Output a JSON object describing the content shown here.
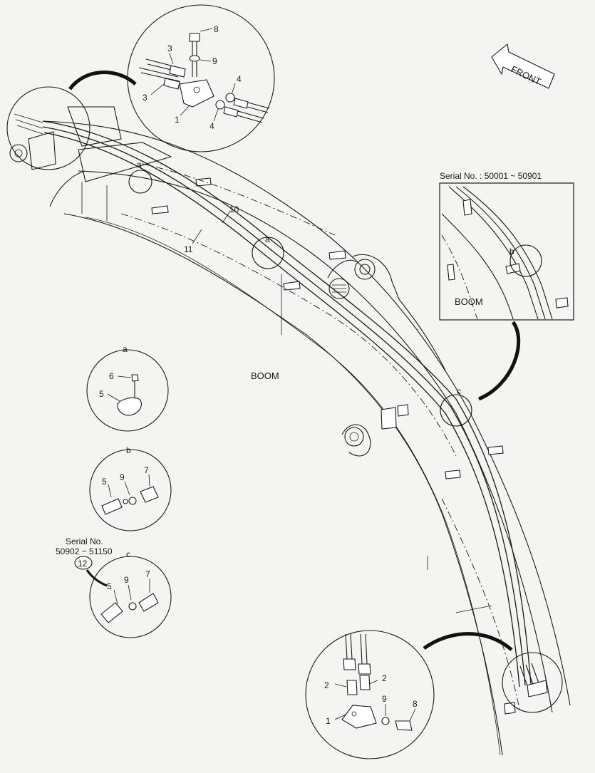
{
  "labels": {
    "front": "FRONT",
    "boom_main": "BOOM",
    "boom_inset": "BOOM",
    "serial_range_a": "Serial No. : 50001 ~ 50901",
    "serial_b_line1": "Serial No.",
    "serial_b_line2": "50902 ~ 51150",
    "serial_b_ref": "12",
    "view_a": "a",
    "view_b": "b",
    "view_c": "c"
  },
  "part_numbers": {
    "p1": "1",
    "p2": "2",
    "p3": "3",
    "p4": "4",
    "p5": "5",
    "p6": "6",
    "p7": "7",
    "p8": "8",
    "p9": "9",
    "p10": "10",
    "p11": "11"
  }
}
